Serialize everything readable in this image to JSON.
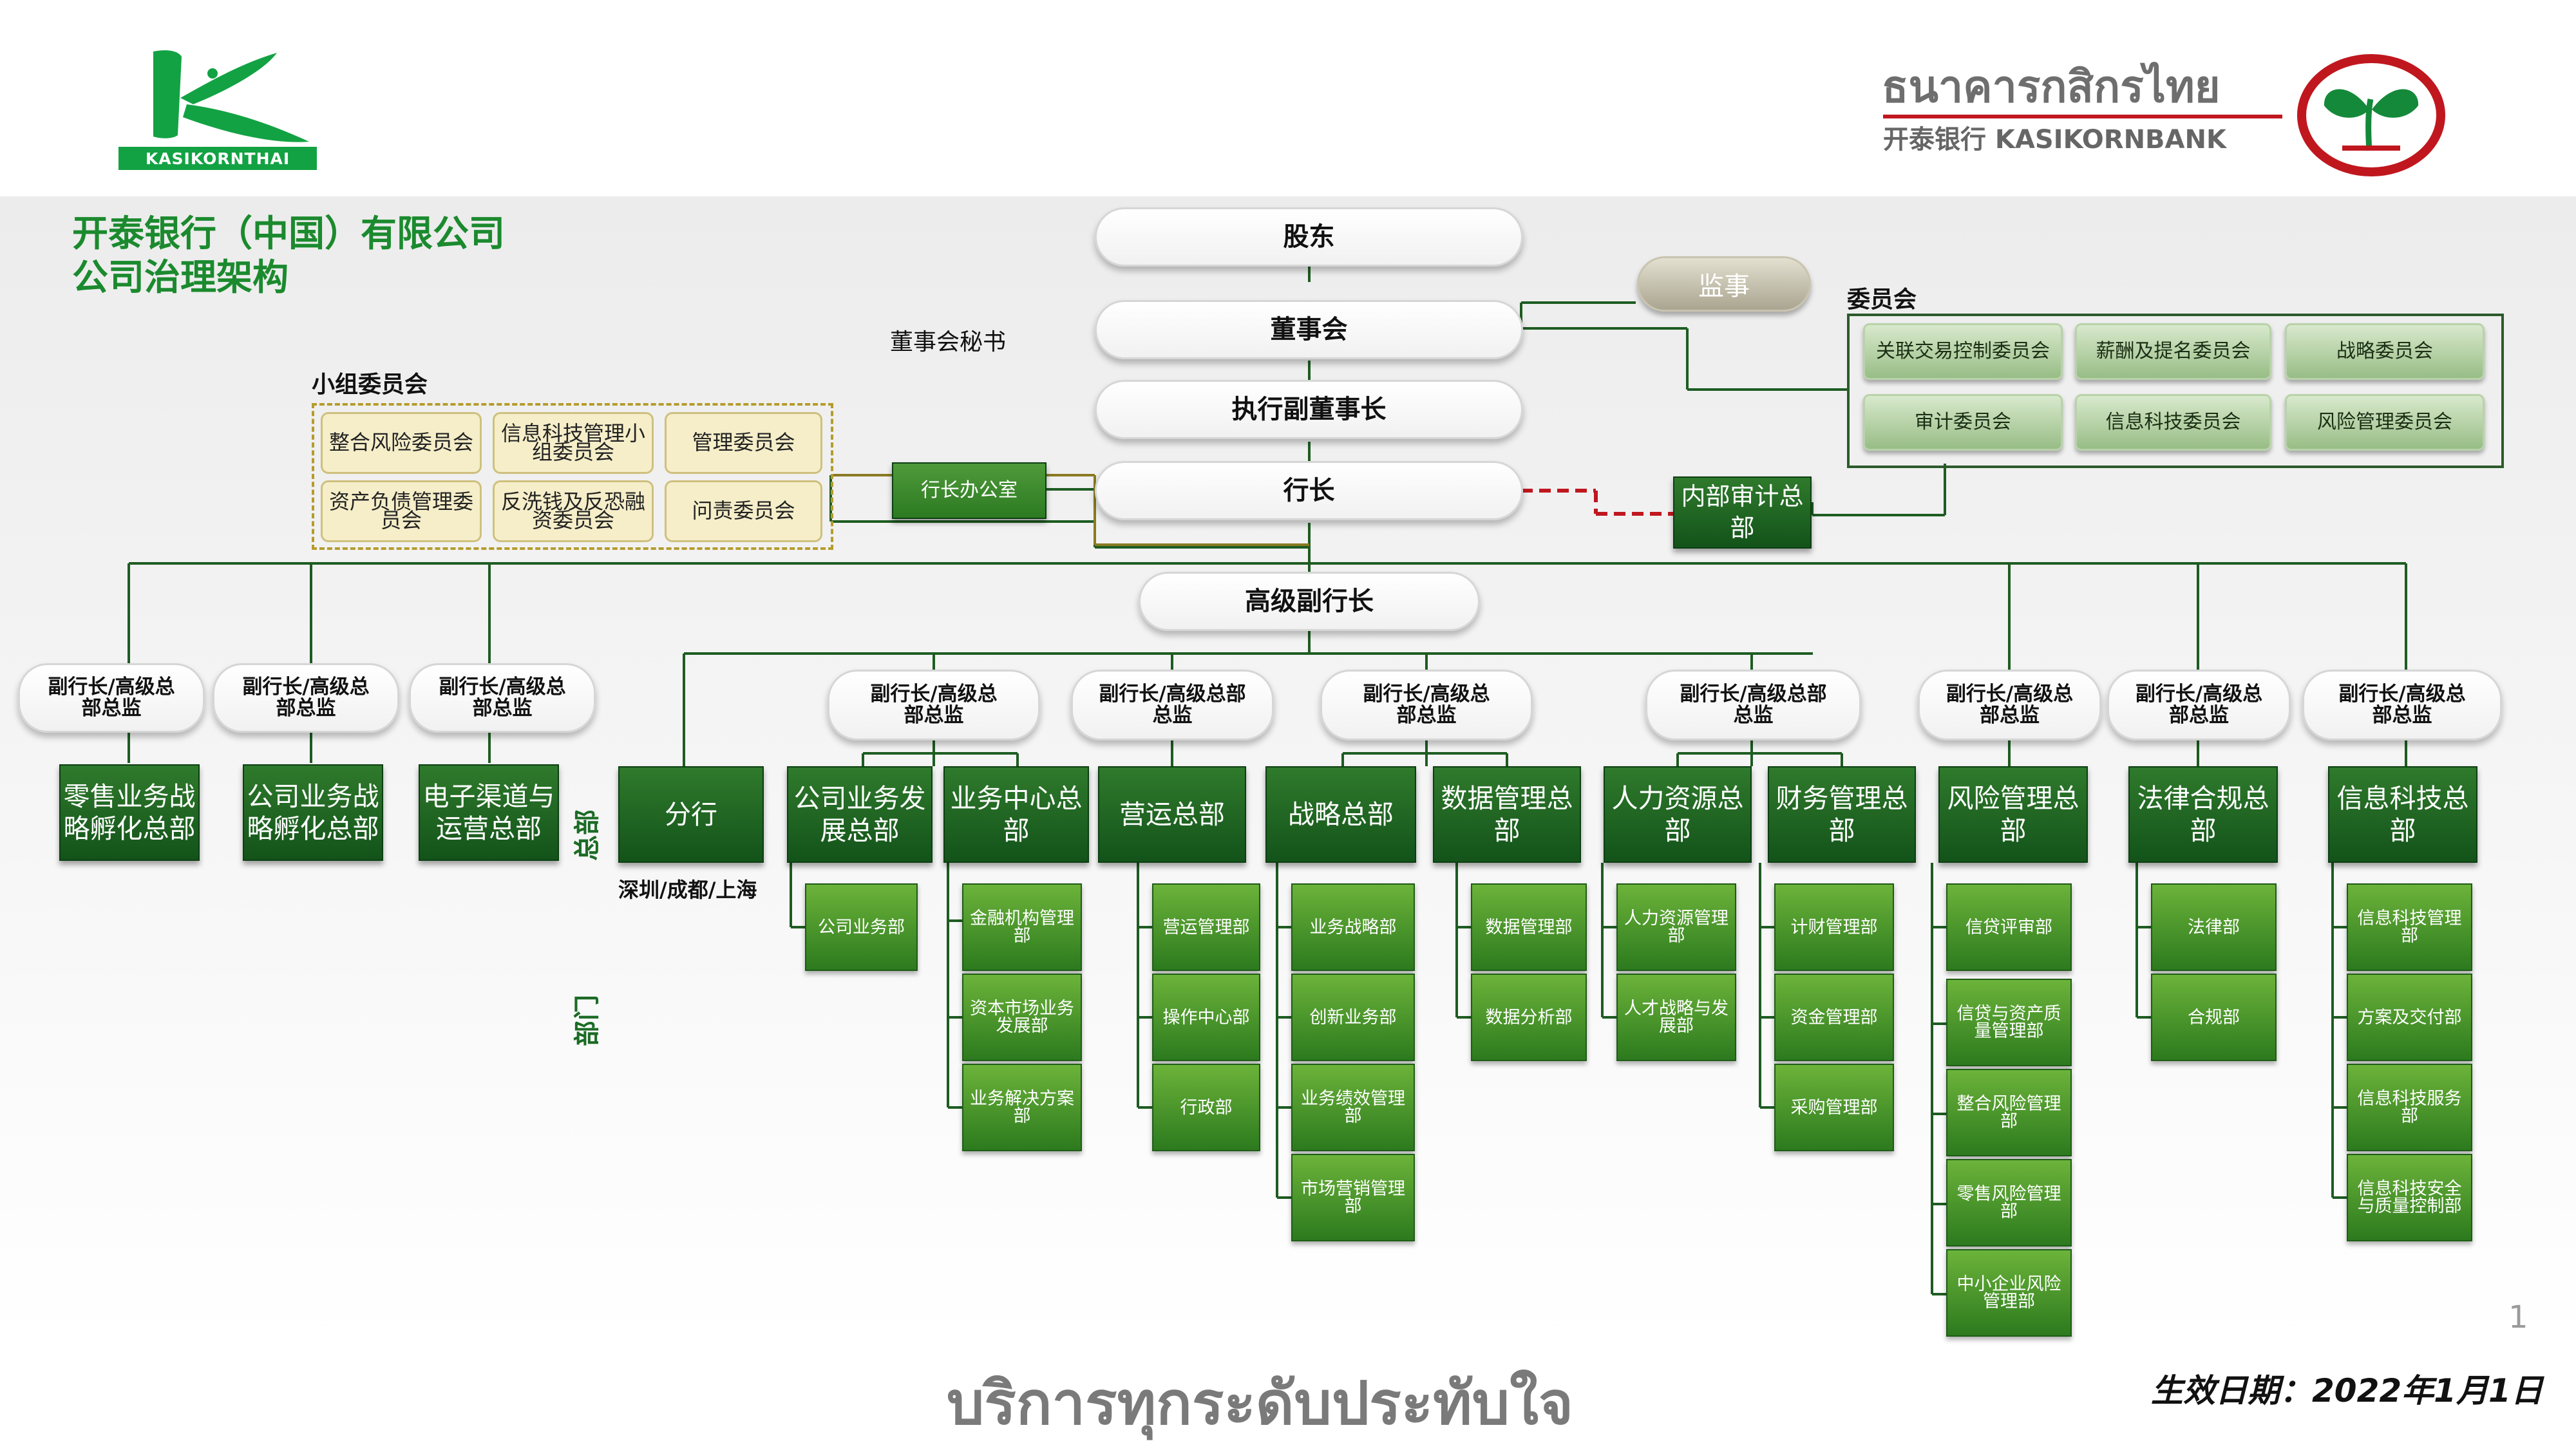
{
  "header": {
    "left_logo_text": "KASIKORNTHAI",
    "right_logo_thai": "ธนาคารกสิกรไทย",
    "right_logo_sub": "开泰银行 KASIKORNBANK"
  },
  "title": {
    "line1": "开泰银行（中国）有限公司",
    "line2": "公司治理架构"
  },
  "top_nodes": {
    "shareholders": "股东",
    "supervisor": "监事",
    "board": "董事会",
    "board_secretary": "董事会秘书",
    "executive_vice_chairman": "执行副董事长",
    "president": "行长",
    "president_office": "行长办公室",
    "internal_audit": "内部审计总部",
    "senior_evp": "高级副行长"
  },
  "committees": {
    "title": "委员会",
    "items": [
      "关联交易控制委员会",
      "薪酬及提名委员会",
      "战略委员会",
      "审计委员会",
      "信息科技委员会",
      "风险管理委员会"
    ]
  },
  "sub_committees": {
    "title": "小组委员会",
    "items": [
      "整合风险委员会",
      "信息科技管理小组委员会",
      "管理委员会",
      "资产负债管理委员会",
      "反洗钱及反恐融资委员会",
      "问责委员会"
    ]
  },
  "vp_label": "副行长/高级总部总监",
  "section_labels": {
    "headquarters": "总部",
    "departments": "部门",
    "branch_cities": "深圳/成都/上海"
  },
  "headquarters": [
    "零售业务战略孵化总部",
    "公司业务战略孵化总部",
    "电子渠道与运营总部",
    "分行",
    "公司业务发展总部",
    "业务中心总部",
    "营运总部",
    "战略总部",
    "数据管理总部",
    "人力资源总部",
    "财务管理总部",
    "风险管理总部",
    "法律合规总部",
    "信息科技总部"
  ],
  "departments": {
    "corporate_business": [
      "公司业务部"
    ],
    "business_center": [
      "金融机构管理部",
      "资本市场业务发展部",
      "业务解决方案部"
    ],
    "operations": [
      "营运管理部",
      "操作中心部",
      "行政部"
    ],
    "strategy": [
      "业务战略部",
      "创新业务部",
      "业务绩效管理部",
      "市场营销管理部"
    ],
    "data_management": [
      "数据管理部",
      "数据分析部"
    ],
    "human_resources": [
      "人力资源管理部",
      "人才战略与发展部"
    ],
    "finance": [
      "计财管理部",
      "资金管理部",
      "采购管理部"
    ],
    "risk": [
      "信贷评审部",
      "信贷与资产质量管理部",
      "整合风险管理部",
      "零售风险管理部",
      "中小企业风险管理部"
    ],
    "legal_compliance": [
      "法律部",
      "合规部"
    ],
    "it": [
      "信息科技管理部",
      "方案及交付部",
      "信息科技服务部",
      "信息科技安全与质量控制部"
    ]
  },
  "footer": {
    "page_number": "1",
    "slogan": "บริการทุกระดับประทับใจ",
    "effective_date": "生效日期：2022年1月1日"
  },
  "colors": {
    "brand_green": "#0f8a3c",
    "dark_green": "#1b5e20",
    "dept_green": "#3f8f2a",
    "committee_green": "#a9c99a",
    "audit_red": "#c0171f"
  }
}
